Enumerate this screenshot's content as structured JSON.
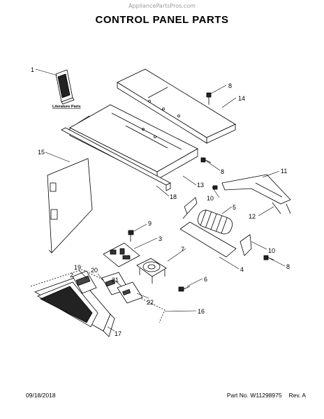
{
  "watermark": "AppliancePartsPros.com",
  "title": "CONTROL PANEL PARTS",
  "literature_label": "Literature Parts",
  "callouts": {
    "c1": "1",
    "c2": "2",
    "c3": "3",
    "c4": "4",
    "c5": "5",
    "c6": "6",
    "c7": "7",
    "c8a": "8",
    "c8b": "8",
    "c8c": "8",
    "c9": "9",
    "c10a": "10",
    "c10b": "10",
    "c11": "11",
    "c12": "12",
    "c13": "13",
    "c14": "14",
    "c15": "15",
    "c16": "16",
    "c17": "17",
    "c18": "18",
    "c19": "19",
    "c20": "20",
    "c21": "21",
    "c22": "22"
  },
  "footer": {
    "date": "09/18/2018",
    "part_no": "Part No. W11298975",
    "rev": "Rev. A"
  }
}
